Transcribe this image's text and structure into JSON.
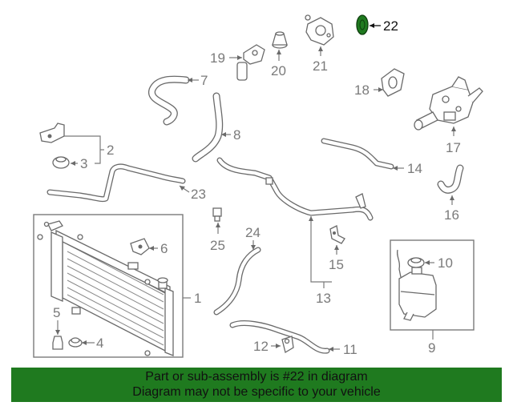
{
  "callouts": {
    "c1": "1",
    "c2": "2",
    "c3": "3",
    "c4": "4",
    "c5": "5",
    "c6": "6",
    "c7": "7",
    "c8": "8",
    "c9": "9",
    "c10": "10",
    "c11": "11",
    "c12": "12",
    "c13": "13",
    "c14": "14",
    "c15": "15",
    "c16": "16",
    "c17": "17",
    "c18": "18",
    "c19": "19",
    "c20": "20",
    "c21": "21",
    "c22": "22",
    "c23": "23",
    "c24": "24",
    "c25": "25"
  },
  "highlighted_part": "22",
  "highlight_color": "#1f7a1f",
  "banner": {
    "line1": "Part or sub-assembly is #22 in diagram",
    "line2": "Diagram may not be specific to your vehicle",
    "background": "#1f7a1f"
  }
}
